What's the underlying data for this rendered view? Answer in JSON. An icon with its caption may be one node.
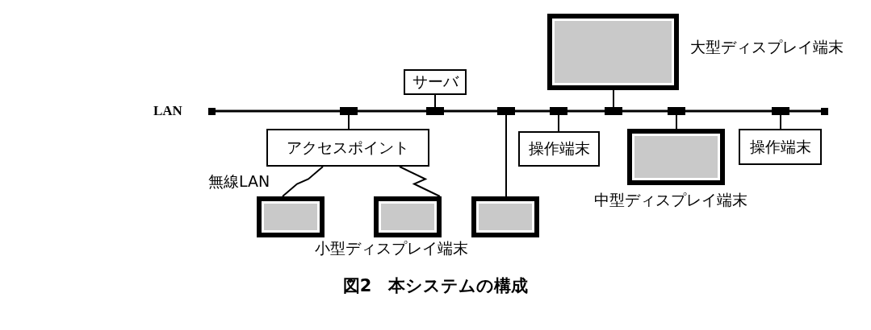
{
  "diagram": {
    "caption": "図2　本システムの構成",
    "nodes": [
      {
        "text": [],
        "shape": "bar",
        "beside": [
          "LAN"
        ]
      },
      {
        "text": [
          "サーバ"
        ]
      },
      {
        "text": [],
        "shape": "box",
        "beside": [
          "大型ディスプレイ端末"
        ]
      },
      {
        "text": [
          "アクセスポイント"
        ]
      },
      {
        "text": [
          "操作端末"
        ]
      },
      {
        "text": [],
        "shape": "box",
        "beside": [
          "中型ディスプレイ端末"
        ]
      },
      {
        "text": [
          "操作端末"
        ]
      },
      {
        "text": [],
        "shape": "box"
      },
      {
        "text": [],
        "shape": "box"
      },
      {
        "text": [],
        "shape": "box"
      }
    ],
    "edges": [
      {
        "from": 0,
        "to": 3,
        "arrow": "other"
      },
      {
        "from": 0,
        "to": 1,
        "arrow": "other"
      },
      {
        "from": 0,
        "to": 9,
        "arrow": "other"
      },
      {
        "from": 0,
        "to": 4,
        "arrow": "other"
      },
      {
        "from": 0,
        "to": 2,
        "arrow": "other"
      },
      {
        "from": 0,
        "to": 5,
        "arrow": "other"
      },
      {
        "from": 0,
        "to": 6,
        "arrow": "other"
      },
      {
        "from": 3,
        "to": 7,
        "arrow": "none",
        "label": "無線LAN"
      },
      {
        "from": 3,
        "to": 8,
        "arrow": "none"
      }
    ],
    "labels": [
      "小型ディスプレイ端末"
    ]
  }
}
